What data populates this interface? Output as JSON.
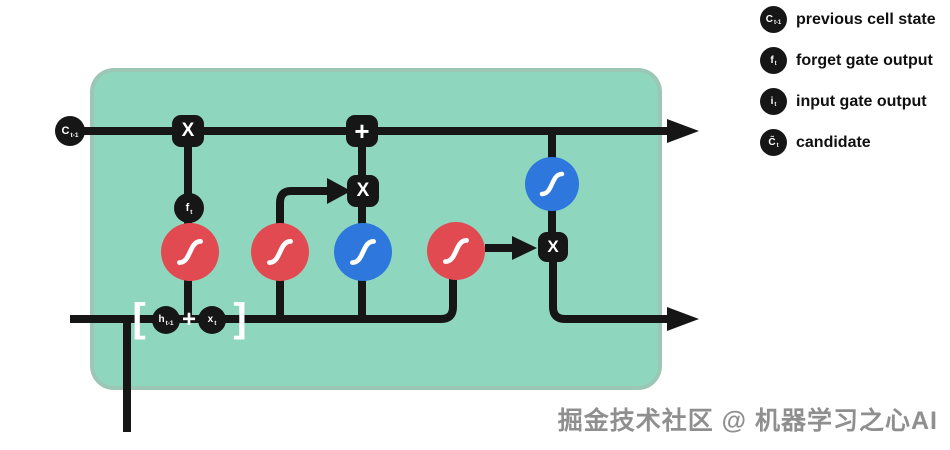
{
  "cell": {
    "nodes": {
      "c_prev": {
        "main": "C",
        "sub": "t-1"
      },
      "f_t": {
        "main": "f",
        "sub": "t"
      },
      "h_prev": {
        "main": "h",
        "sub": "t-1"
      },
      "x_t": {
        "main": "x",
        "sub": "t"
      }
    },
    "operators": {
      "forget_mul": "X",
      "add": "+",
      "candidate_mul": "X",
      "output_mul": "X"
    },
    "concat": {
      "open": "[",
      "plus": "+",
      "close": "]"
    }
  },
  "legend": {
    "items": [
      {
        "symbol": {
          "main": "C",
          "sub": "t-1"
        },
        "label": "previous cell state"
      },
      {
        "symbol": {
          "main": "f",
          "sub": "t"
        },
        "label": "forget gate output"
      },
      {
        "symbol": {
          "main": "i",
          "sub": "t"
        },
        "label": "input gate output"
      },
      {
        "symbol": {
          "main": "C̃",
          "sub": "t"
        },
        "label": "candidate"
      }
    ]
  },
  "watermark": "掘金技术社区 @ 机器学习之心AI",
  "colors": {
    "cell_background": "#8fd6be",
    "cell_border": "#9cc7b6",
    "wire_black": "#161616",
    "gate_red": "#e24a52",
    "gate_blue": "#2e78dd",
    "watermark_gray": "#8f8f8f"
  }
}
